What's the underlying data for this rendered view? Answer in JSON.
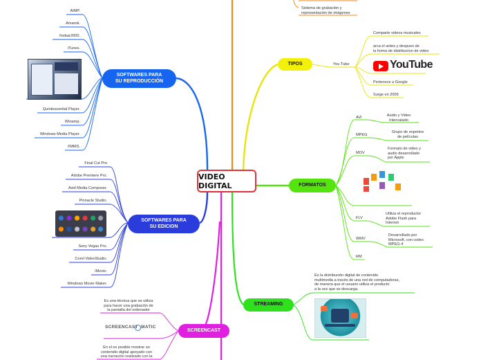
{
  "central": "VIDEO DIGITAL",
  "branches": {
    "reproduccion": {
      "label": "SOFTWARES PARA\nSU REPRODUCCIÓN",
      "color": "#1565f0",
      "items": [
        "AIMP.",
        "Amarok.",
        "foobar2000.",
        "iTunes.",
        "Quintessential Player.",
        "Winamp.",
        "Windows Media Player.",
        "XMMS."
      ]
    },
    "edicion": {
      "label": "SOFTWARES PARA\nSU EDICION",
      "color": "#2a3cdb",
      "items": [
        "Final Cut Pro",
        "Adobe Premiere Pro.",
        "Avid Media Composer.",
        "Pinnacle Studio.",
        "Sony Vegas Pro.",
        "Corel VideoStudio.",
        "iMovie.",
        "Windows Movie Maker."
      ]
    },
    "screencast": {
      "label": "SCREENCAST",
      "color": "#e01fe0",
      "items": [
        "Es una técnica que se utiliza\npara hacer una grabación de\nla pantalla del ordenador",
        "En el es posible mostrar un\ncontenido digital apoyado con\nuna narración realizado con la"
      ],
      "logo": "SCREENCAST  MATIC"
    },
    "tipos": {
      "label": "TIPOS",
      "color": "#f3f00a",
      "sub": "You Tube",
      "items": [
        "Comparte videos musicales",
        "arca el antes y despues de\nla forma de distribucion de video",
        "Pertenece a Google",
        "Surge en 2005"
      ],
      "logo": "YouTube"
    },
    "top": {
      "items": [
        "Sistema de grabación y\nrepresentación de imágenes"
      ]
    },
    "formatos": {
      "label": "FORMATOS",
      "color": "#55e40e",
      "items": [
        {
          "name": "AVI",
          "desc": "Audio y Video\nIntercalado"
        },
        {
          "name": "MPEG",
          "desc": "Grupo de expertos\nde películas"
        },
        {
          "name": "MOV",
          "desc": "Formato de video y\naudio desarrollado\npor Apple"
        },
        {
          "name": "FLV",
          "desc": "Utiliza el reproductor\nAdobe Flash para\nInternet"
        },
        {
          "name": "WMV",
          "desc": "Desarrollado por\nMicrosoft, con codec\nMPEG-4"
        },
        {
          "name": "RM",
          "desc": ""
        }
      ]
    },
    "streaming": {
      "label": "STREAMING",
      "color": "#2fe11d",
      "items": [
        "Es la distribución digital de contenido\nmultimedia a través de una red de computadoras,\nde manera que el usuario utiliza el producto\na la vez que se descarga."
      ]
    }
  }
}
